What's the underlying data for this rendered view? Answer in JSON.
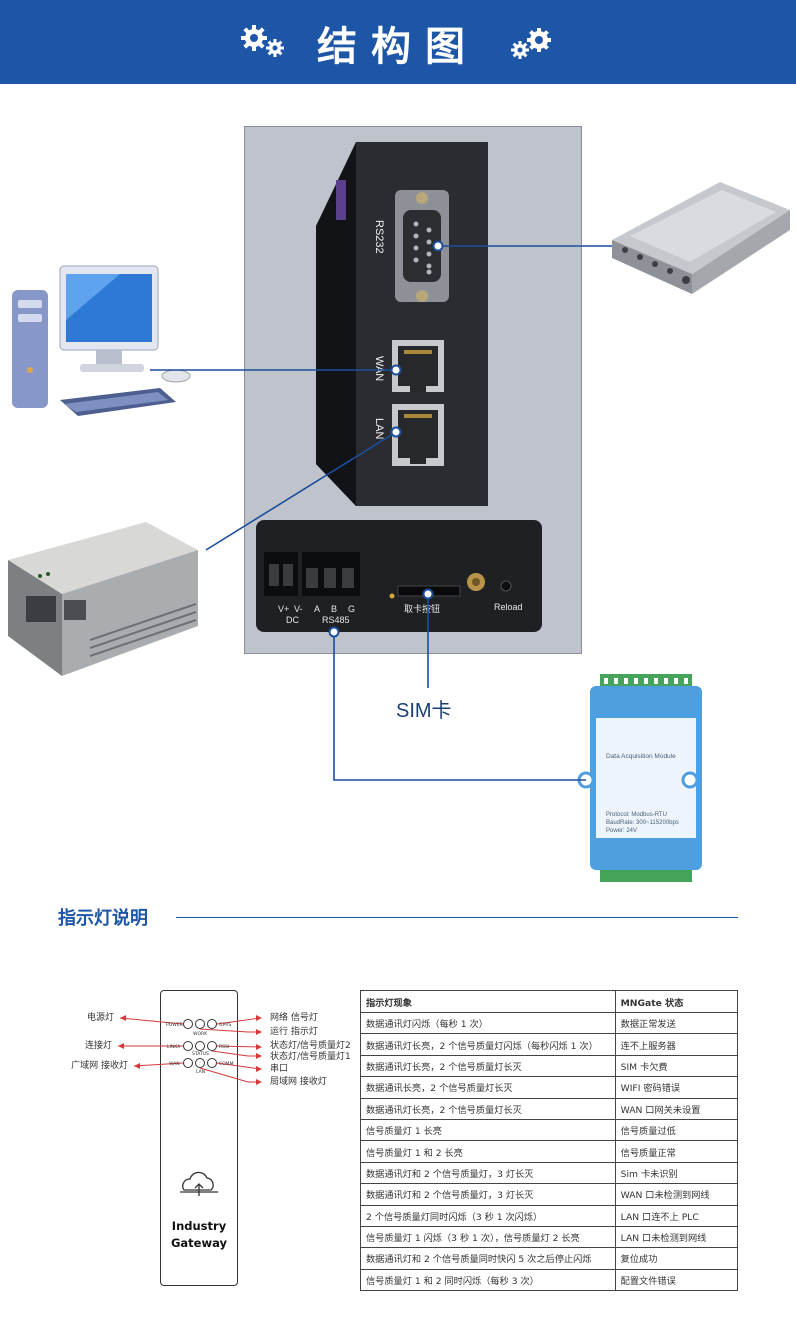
{
  "header": {
    "title": "结构图"
  },
  "diagram": {
    "port_labels": {
      "rs232": "RS232",
      "wan": "WAN",
      "lan": "LAN",
      "v_plus": "V+",
      "v_minus": "V-",
      "dc": "DC",
      "a": "A",
      "b": "B",
      "g": "G",
      "rs485": "RS485",
      "sim_slot": "取卡按钮",
      "reload": "Reload"
    },
    "sim_label": "SIM卡",
    "module_title": "Data Acquisition Module",
    "module_lines": [
      "Protocol: Modbus-RTU",
      "BaudRate: 300~115200bps",
      "Power: 24V"
    ]
  },
  "indicator": {
    "section_title": "指示灯说明",
    "device_name_line1": "Industry",
    "device_name_line2": "Gateway",
    "led_names": {
      "power": "POWER",
      "gprs": "GPRS",
      "work": "WORK",
      "link": "LINKA",
      "rssi": "RSSI",
      "status": "STATUS",
      "wan": "WAN",
      "comm": "COMM",
      "lan": "LAN"
    },
    "left_labels": [
      "电源灯",
      "连接灯",
      "广域网 接收灯"
    ],
    "right_labels": [
      "网络 信号灯",
      "运行 指示灯",
      "状态灯/信号质量灯2",
      "状态灯/信号质量灯1",
      "串口",
      "局域网 接收灯"
    ],
    "table": {
      "headers": [
        "指示灯现象",
        "MNGate 状态"
      ],
      "rows": [
        [
          "数据通讯灯闪烁（每秒 1 次）",
          "数据正常发送"
        ],
        [
          "数据通讯灯长亮，2 个信号质量灯闪烁（每秒闪烁 1 次）",
          "连不上服务器"
        ],
        [
          "数据通讯灯长亮，2 个信号质量灯长灭",
          "SIM 卡欠费"
        ],
        [
          "数据通讯长亮，2 个信号质量灯长灭",
          "WIFI 密码错误"
        ],
        [
          "数据通讯灯长亮，2 个信号质量灯长灭",
          "WAN 口网关未设置"
        ],
        [
          "信号质量灯 1 长亮",
          "信号质量过低"
        ],
        [
          "信号质量灯 1 和 2 长亮",
          "信号质量正常"
        ],
        [
          "数据通讯灯和 2 个信号质量灯，3 灯长灭",
          "Sim 卡未识别"
        ],
        [
          "数据通讯灯和 2 个信号质量灯，3 灯长灭",
          "WAN 口未检测到网线"
        ],
        [
          "2 个信号质量灯同时闪烁（3 秒 1 次闪烁）",
          "LAN 口连不上 PLC"
        ],
        [
          "信号质量灯 1 闪烁（3 秒 1 次），信号质量灯 2 长亮",
          "LAN 口未检测到网线"
        ],
        [
          "数据通讯灯和 2 个信号质量同时快闪 5 次之后停止闪烁",
          "复位成功"
        ],
        [
          "信号质量灯 1 和 2 同时闪烁（每秒 3 次）",
          "配置文件错误"
        ]
      ]
    }
  },
  "colors": {
    "brand_blue": "#1d55a7",
    "connector_blue": "#1a4f9c",
    "device_black": "#1e2024"
  }
}
